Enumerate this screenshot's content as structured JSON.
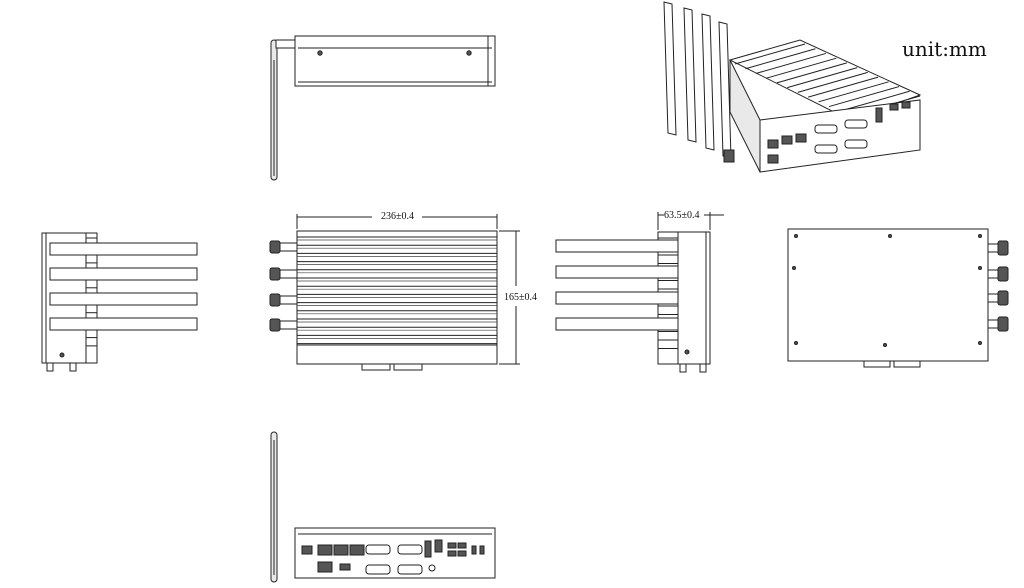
{
  "labels": {
    "unit": "unit:mm",
    "width_dim": "236±0.4",
    "height_dim": "165±0.4",
    "depth_dim": "63.5±0.4"
  }
}
